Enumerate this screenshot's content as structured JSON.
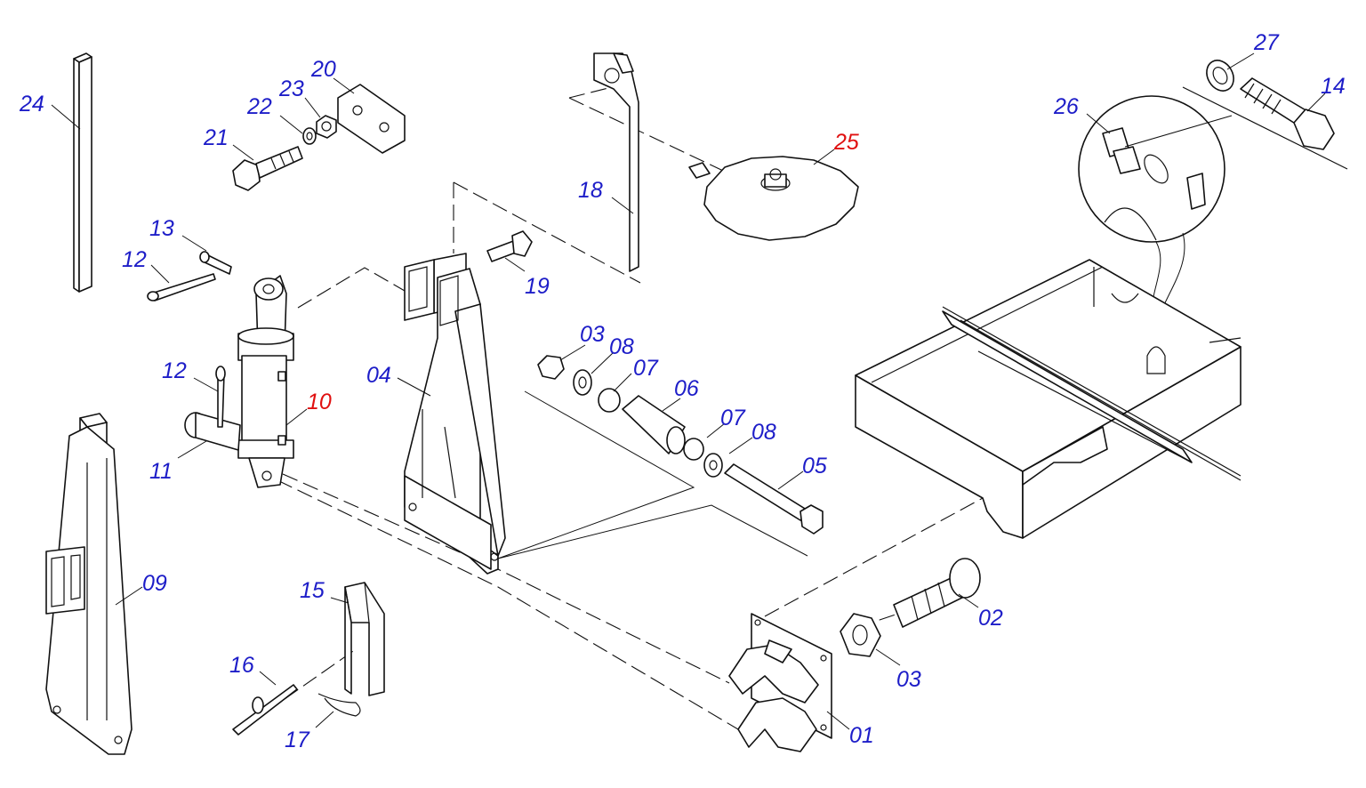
{
  "colors": {
    "label_default": "#1d1dc8",
    "label_highlight": "#e01010",
    "line": "#111111"
  },
  "labels": [
    {
      "key": "24",
      "text": "24",
      "highlight": false
    },
    {
      "key": "21",
      "text": "21",
      "highlight": false
    },
    {
      "key": "22",
      "text": "22",
      "highlight": false
    },
    {
      "key": "23",
      "text": "23",
      "highlight": false
    },
    {
      "key": "20",
      "text": "20",
      "highlight": false
    },
    {
      "key": "18",
      "text": "18",
      "highlight": false
    },
    {
      "key": "25",
      "text": "25",
      "highlight": true
    },
    {
      "key": "27",
      "text": "27",
      "highlight": false
    },
    {
      "key": "14",
      "text": "14",
      "highlight": false
    },
    {
      "key": "26",
      "text": "26",
      "highlight": false
    },
    {
      "key": "13",
      "text": "13",
      "highlight": false
    },
    {
      "key": "12a",
      "text": "12",
      "highlight": false
    },
    {
      "key": "19",
      "text": "19",
      "highlight": false
    },
    {
      "key": "12b",
      "text": "12",
      "highlight": false
    },
    {
      "key": "10",
      "text": "10",
      "highlight": true
    },
    {
      "key": "11",
      "text": "11",
      "highlight": false
    },
    {
      "key": "04",
      "text": "04",
      "highlight": false
    },
    {
      "key": "03a",
      "text": "03",
      "highlight": false
    },
    {
      "key": "08a",
      "text": "08",
      "highlight": false
    },
    {
      "key": "07a",
      "text": "07",
      "highlight": false
    },
    {
      "key": "06",
      "text": "06",
      "highlight": false
    },
    {
      "key": "07b",
      "text": "07",
      "highlight": false
    },
    {
      "key": "08b",
      "text": "08",
      "highlight": false
    },
    {
      "key": "05",
      "text": "05",
      "highlight": false
    },
    {
      "key": "09",
      "text": "09",
      "highlight": false
    },
    {
      "key": "15",
      "text": "15",
      "highlight": false
    },
    {
      "key": "16",
      "text": "16",
      "highlight": false
    },
    {
      "key": "17",
      "text": "17",
      "highlight": false
    },
    {
      "key": "02",
      "text": "02",
      "highlight": false
    },
    {
      "key": "03b",
      "text": "03",
      "highlight": false
    },
    {
      "key": "01",
      "text": "01",
      "highlight": false
    }
  ]
}
